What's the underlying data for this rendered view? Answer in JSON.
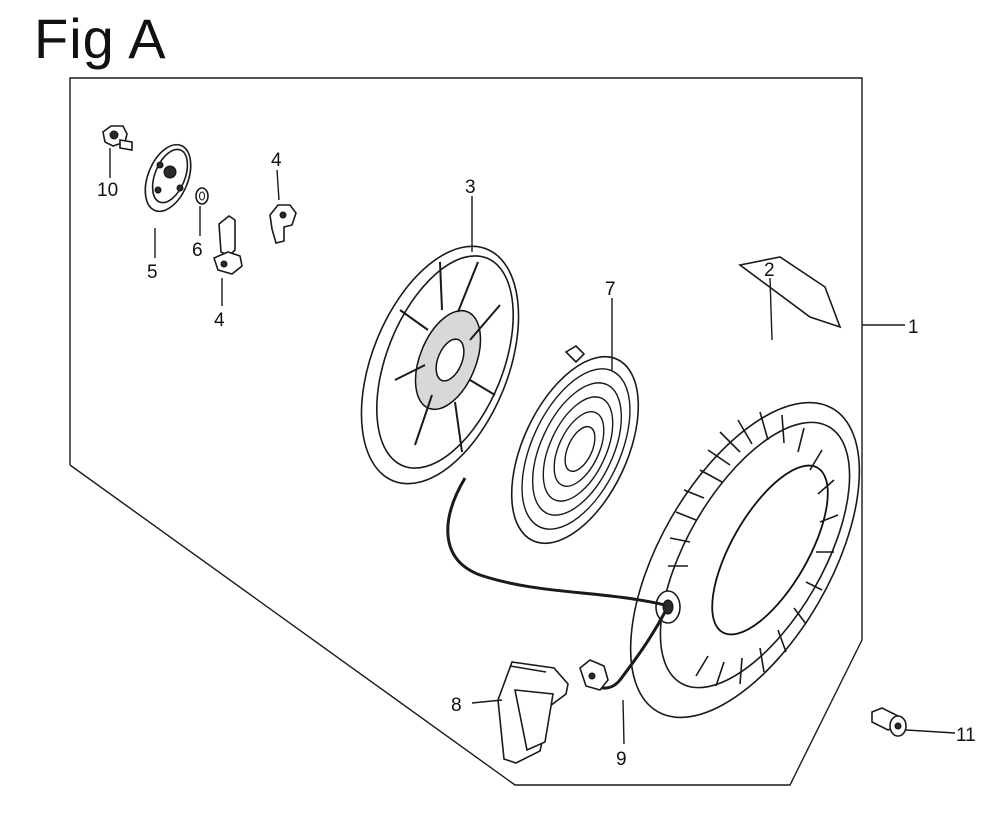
{
  "figure": {
    "title": "Fig A"
  },
  "callouts": [
    "1",
    "2",
    "3",
    "4",
    "4",
    "5",
    "6",
    "7",
    "8",
    "9",
    "10",
    "11"
  ]
}
